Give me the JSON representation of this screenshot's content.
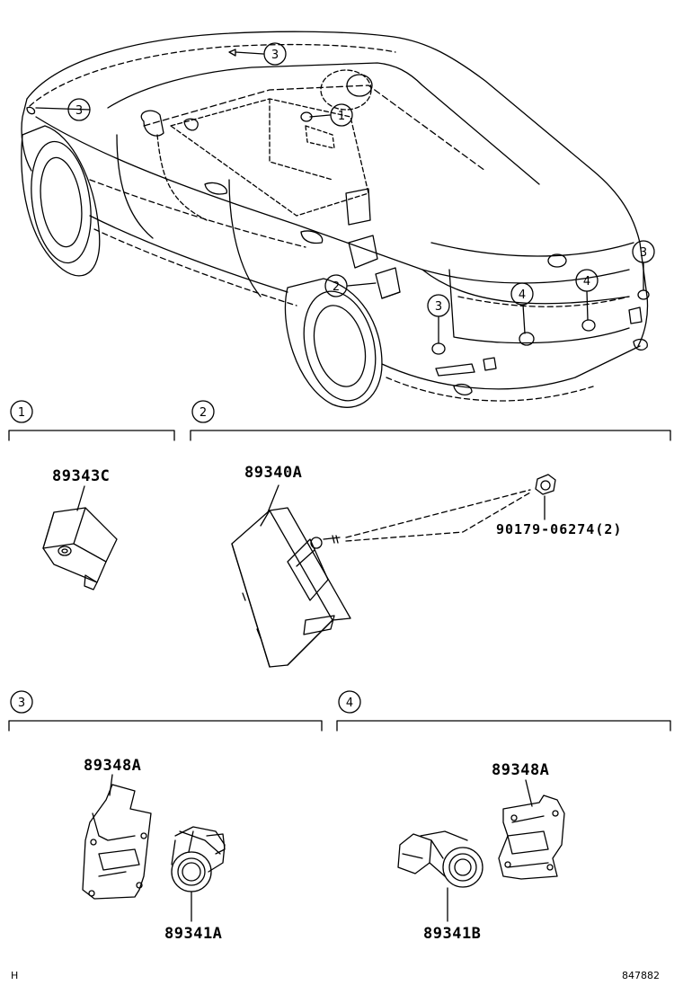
{
  "callouts": {
    "c1": "1",
    "c2": "2",
    "c3": "3",
    "c4": "4"
  },
  "sections": [
    {
      "number": "1",
      "parts": [
        "89343C"
      ]
    },
    {
      "number": "2",
      "parts": [
        "89340A",
        "90179-06274(2)"
      ]
    },
    {
      "number": "3",
      "parts": [
        "89348A",
        "89341A"
      ]
    },
    {
      "number": "4",
      "parts": [
        "89348A",
        "89341B"
      ]
    }
  ],
  "parts": {
    "p89343C": "89343C",
    "p89340A": "89340A",
    "p90179": "90179-06274(2)",
    "p89348A_3": "89348A",
    "p89341A": "89341A",
    "p89348A_4": "89348A",
    "p89341B": "89341B"
  },
  "footer": {
    "left": "H",
    "right": "847882"
  }
}
